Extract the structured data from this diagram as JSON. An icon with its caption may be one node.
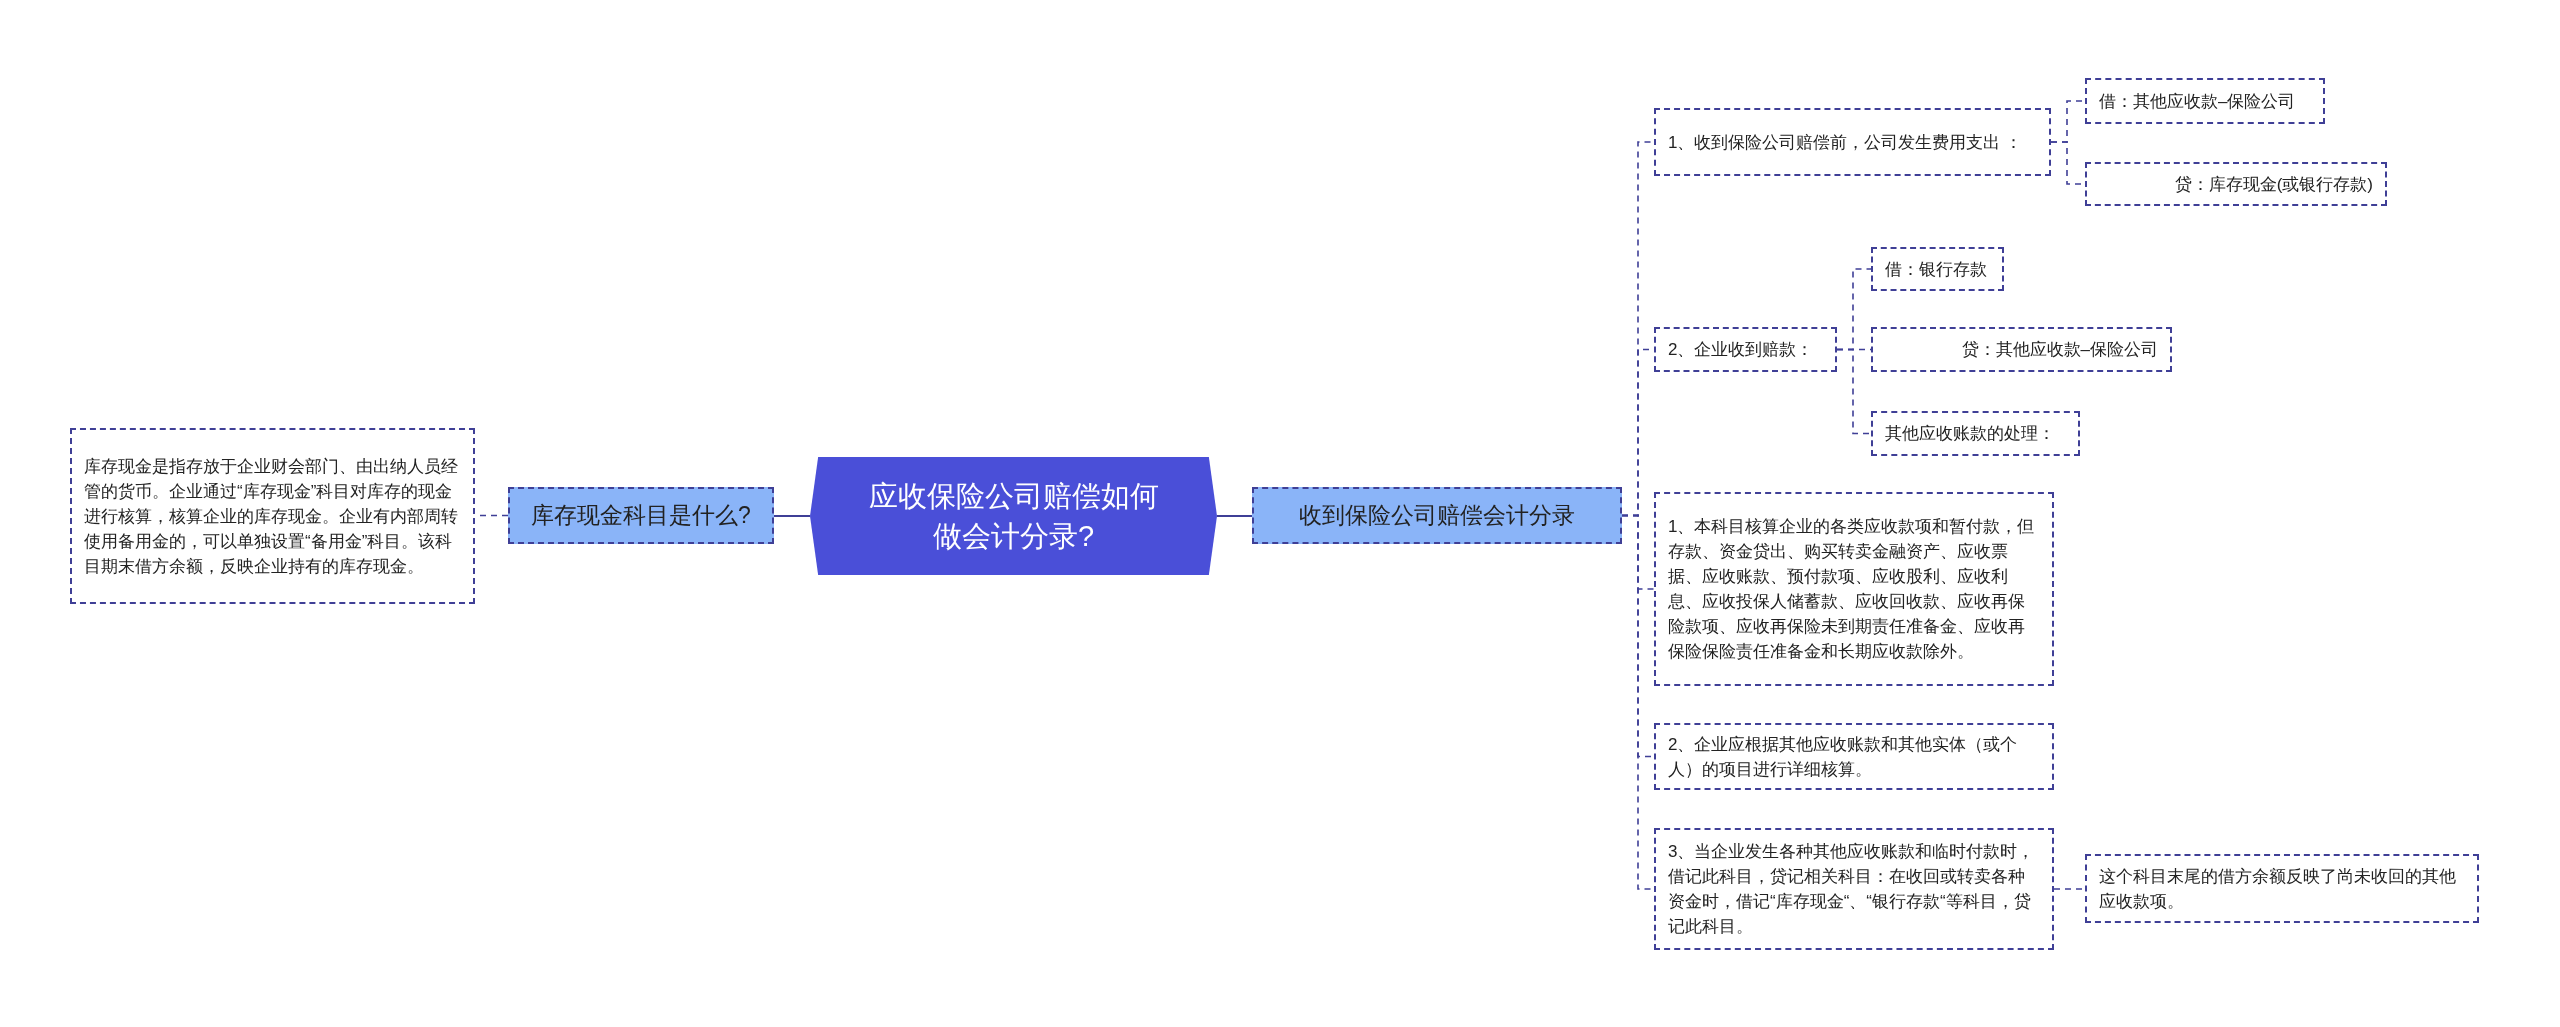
{
  "diagram": {
    "nodes": [
      {
        "text": [
          "应收保险公司赔偿如何做会计分录?"
        ]
      },
      {
        "text": [
          "库存现金科目是什么?"
        ]
      },
      {
        "text": [
          "库存现金是指存放于企业财会部门、由出纳人员经管的货币。企业通过“库存现金”科目对库存的现金进行核算，核算企业的库存现金。企业有内部周转使用备用金的，可以单独设置“备用金”科目。该科目期末借方余额，反映企业持有的库存现金。"
        ]
      },
      {
        "text": [
          "收到保险公司赔偿会计分录"
        ]
      },
      {
        "text": [
          "1、收到保险公司赔偿前，公司发生费用支出 ："
        ]
      },
      {
        "text": [
          "借：其他应收款–保险公司"
        ]
      },
      {
        "text": [
          "贷：库存现金(或银行存款)"
        ]
      },
      {
        "text": [
          "2、企业收到赔款："
        ]
      },
      {
        "text": [
          "借：银行存款"
        ]
      },
      {
        "text": [
          "贷：其他应收款–保险公司"
        ]
      },
      {
        "text": [
          "其他应收账款的处理："
        ]
      },
      {
        "text": [
          "1、本科目核算企业的各类应收款项和暂付款，但存款、资金贷出、购买转卖金融资产、应收票据、应收账款、预付款项、应收股利、应收利息、应收投保人储蓄款、应收回收款、应收再保险款项、应收再保险未到期责任准备金、应收再保险保险责任准备金和长期应收款除外。"
        ]
      },
      {
        "text": [
          "2、企业应根据其他应收账款和其他实体（或个人）的项目进行详细核算。"
        ]
      },
      {
        "text": [
          "3、当企业发生各种其他应收账款和临时付款时，借记此科目，贷记相关科目：在收回或转卖各种资金时，借记“库存现金“、“银行存款“等科目，贷记此科目。"
        ]
      },
      {
        "text": [
          "这个科目末尾的借方余额反映了尚未收回的其他应收款项。"
        ]
      }
    ],
    "edges": [
      {
        "from": 0,
        "to": 1,
        "arrow": "none"
      },
      {
        "from": 1,
        "to": 2,
        "arrow": "none",
        "style": "dashed"
      },
      {
        "from": 0,
        "to": 3,
        "arrow": "none"
      },
      {
        "from": 3,
        "to": 4,
        "arrow": "none",
        "style": "dashed"
      },
      {
        "from": 3,
        "to": 7,
        "arrow": "none",
        "style": "dashed"
      },
      {
        "from": 3,
        "to": 11,
        "arrow": "none",
        "style": "dashed"
      },
      {
        "from": 3,
        "to": 12,
        "arrow": "none",
        "style": "dashed"
      },
      {
        "from": 3,
        "to": 13,
        "arrow": "none",
        "style": "dashed"
      },
      {
        "from": 4,
        "to": 5,
        "arrow": "none",
        "style": "dashed"
      },
      {
        "from": 4,
        "to": 6,
        "arrow": "none",
        "style": "dashed"
      },
      {
        "from": 7,
        "to": 8,
        "arrow": "none",
        "style": "dashed"
      },
      {
        "from": 7,
        "to": 9,
        "arrow": "none",
        "style": "dashed"
      },
      {
        "from": 7,
        "to": 10,
        "arrow": "none",
        "style": "dashed"
      },
      {
        "from": 13,
        "to": 14,
        "arrow": "none",
        "style": "dashed"
      }
    ]
  }
}
